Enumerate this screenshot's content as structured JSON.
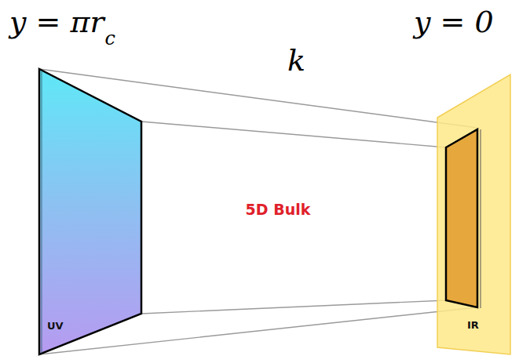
{
  "diagram": {
    "nodes": [
      {
        "text": [
          "UV"
        ]
      },
      {
        "text": [
          "IR"
        ]
      }
    ],
    "edges": [],
    "labels": [
      "y = πr",
      "c",
      "y = 0",
      "k",
      "5D Bulk"
    ]
  }
}
